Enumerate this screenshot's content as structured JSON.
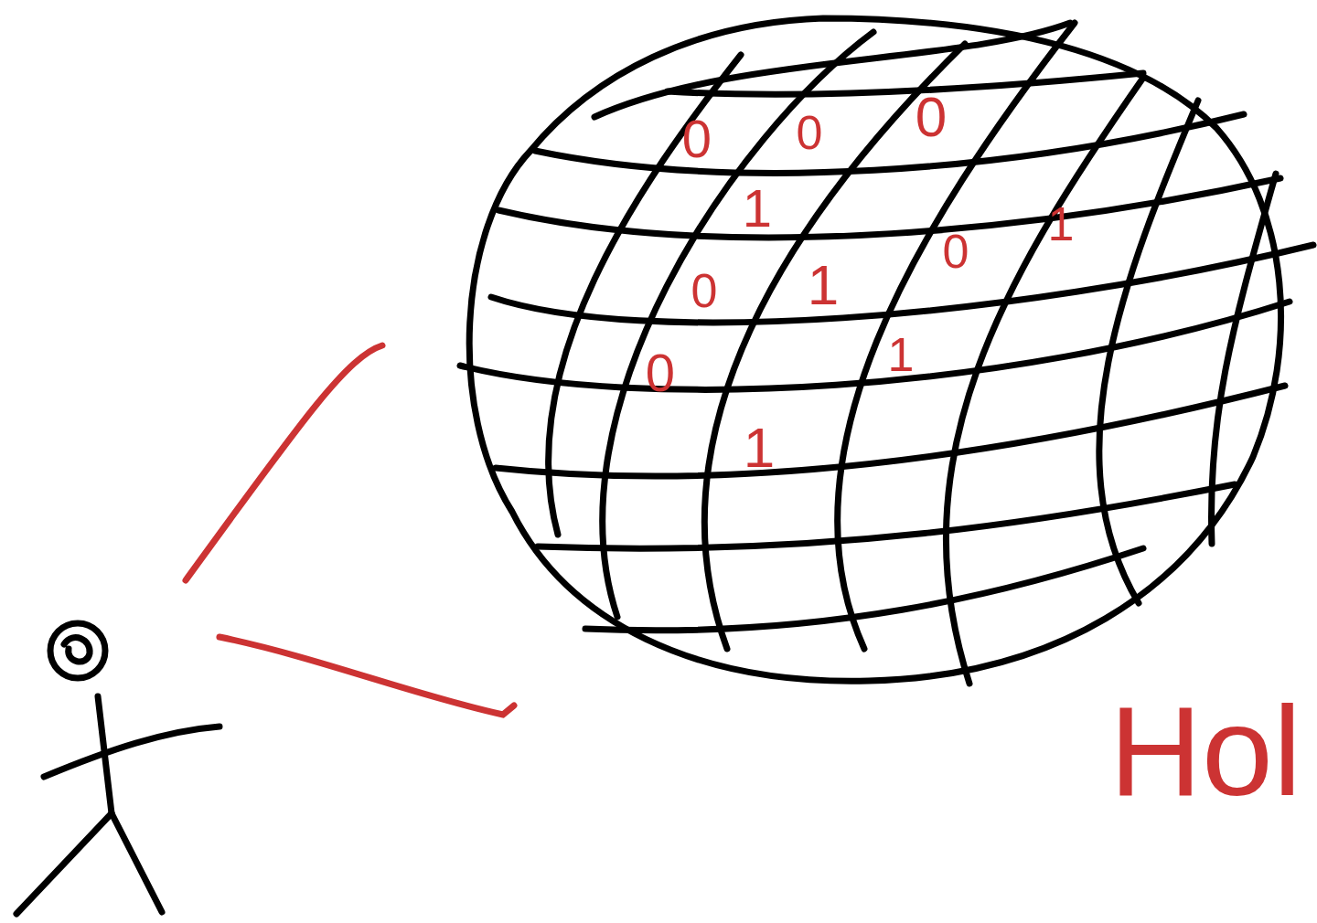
{
  "diagram": {
    "labels": [
      "0",
      "0",
      "0",
      "1",
      "0",
      "1",
      "0",
      "1",
      "0",
      "1",
      "1",
      "Hol"
    ]
  }
}
